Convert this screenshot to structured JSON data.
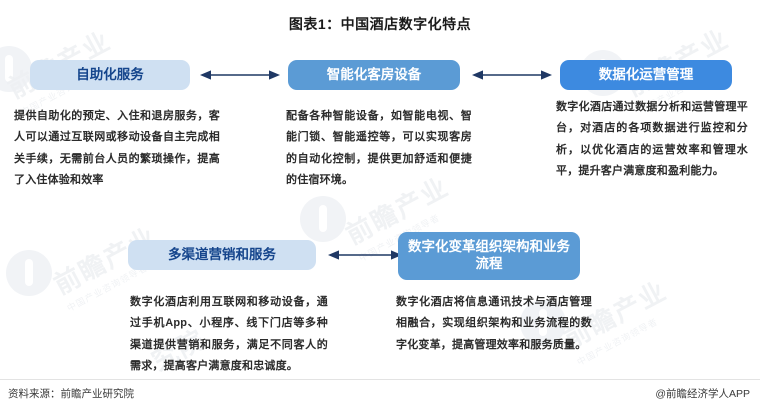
{
  "chart_title": "图表1：中国酒店数字化特点",
  "nodes": [
    {
      "id": "self-service",
      "heading": "自助化服务",
      "body": "提供自助化的预定、入住和退房服务，客人可以通过互联网或移动设备自主完成相关手续，无需前台人员的繁琐操作，提高了入住体验和效率",
      "style": "light"
    },
    {
      "id": "smart-room-equipment",
      "heading": "智能化客房设备",
      "body": "配备各种智能设备，如智能电视、智能门锁、智能遥控等，可以实现客房的自动化控制，提供更加舒适和便捷的住宿环境。",
      "style": "mid"
    },
    {
      "id": "data-operations-management",
      "heading": "数据化运营管理",
      "body": "数字化酒店通过数据分析和运营管理平台，对酒店的各项数据进行监控和分析，以优化酒店的运营效率和管理水平，提升客户满意度和盈利能力。",
      "style": "strong"
    },
    {
      "id": "multichannel-marketing",
      "heading": "多渠道营销和服务",
      "body": "数字化酒店利用互联网和移动设备，通过手机App、小程序、线下门店等多种渠道提供营销和服务，满足不同客人的需求，提高客户满意度和忠诚度。",
      "style": "light"
    },
    {
      "id": "digital-transformation-structure",
      "heading": "数字化变革组织架构和业务流程",
      "body": "数字化酒店将信息通讯技术与酒店管理相融合，实现组织架构和业务流程的数字化变革，提高管理效率和服务质量。",
      "style": "mid"
    }
  ],
  "connectors": [
    {
      "id": "arrow-self-service-to-smart-room",
      "type": "double-headed-arrow"
    },
    {
      "id": "arrow-smart-room-to-data-ops",
      "type": "double-headed-arrow"
    },
    {
      "id": "arrow-multichannel-to-transformation",
      "type": "double-headed-arrow"
    }
  ],
  "watermarks": [
    {
      "text": "前瞻产业",
      "sub": "中国产业咨询领导者"
    },
    {
      "text": "前瞻产业",
      "sub": "中国产业咨询领导者"
    },
    {
      "text": "前瞻产业",
      "sub": "中国产业咨询领导者"
    },
    {
      "text": "前瞻产业",
      "sub": "中国产业咨询领导者"
    },
    {
      "text": "究院",
      "sub": ""
    },
    {
      "text": "前瞻产业",
      "sub": "中国产业咨询领导者"
    }
  ],
  "footer": {
    "source": "资料来源：前瞻产业研究院",
    "attribution": "@前瞻经济学人APP"
  },
  "colors": {
    "light_box": "#cfe0f2",
    "mid_box": "#5b9bd5",
    "strong_box": "#3d8ae0",
    "light_box_text": "#15458c",
    "arrow": "#1f3864",
    "body_text": "#2b2b2b"
  }
}
